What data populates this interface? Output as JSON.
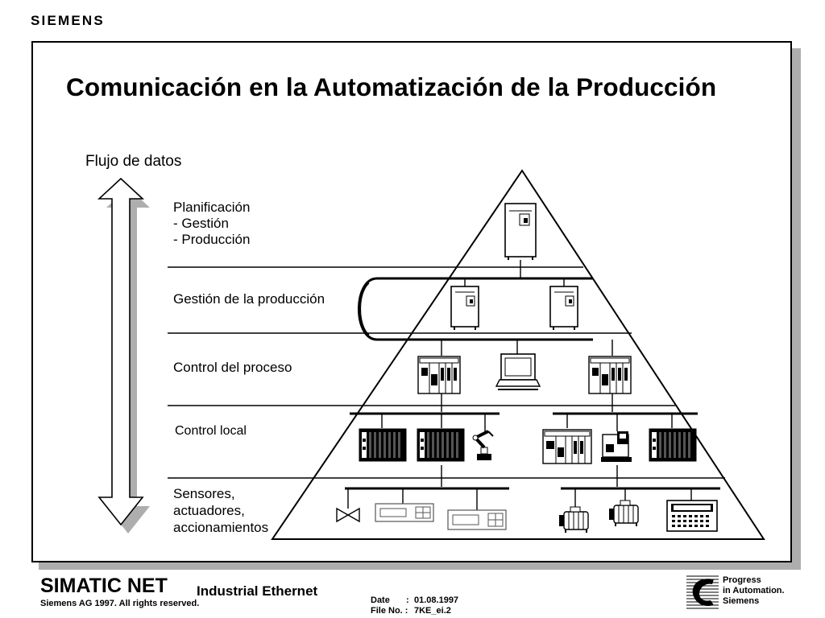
{
  "brand": "SIEMENS",
  "title": "Comunicación en la Automatización de la Producción",
  "flow_label": "Flujo de datos",
  "levels": {
    "planning": [
      "Planificación",
      "- Gestión",
      "- Producción"
    ],
    "production_mgmt": "Gestión de la producción",
    "process_control": "Control del proceso",
    "local_control": "Control local",
    "sensors": [
      "Sensores,",
      "actuadores,",
      "accionamientos"
    ]
  },
  "footer": {
    "product": "SIMATIC NET",
    "subtitle": "Industrial Ethernet",
    "copyright": "Siemens AG 1997. All rights reserved.",
    "date_label": "Date",
    "date_value": "01.08.1997",
    "file_label": "File No. :",
    "file_value": "7KE_ei.2",
    "slogan": [
      "Progress",
      "in Automation.",
      "Siemens"
    ]
  },
  "icons": [
    "double-arrow-icon",
    "server-cabinet-icon",
    "workstation-icon",
    "plc-rack-icon",
    "laptop-icon",
    "robot-arm-icon",
    "cnc-machine-icon",
    "valve-icon",
    "sensor-panel-icon",
    "motor-icon",
    "operator-panel-icon",
    "siemens-progress-logo-icon"
  ],
  "colors": {
    "line": "#000000",
    "shadow": "#aeaeae",
    "background": "#ffffff"
  }
}
